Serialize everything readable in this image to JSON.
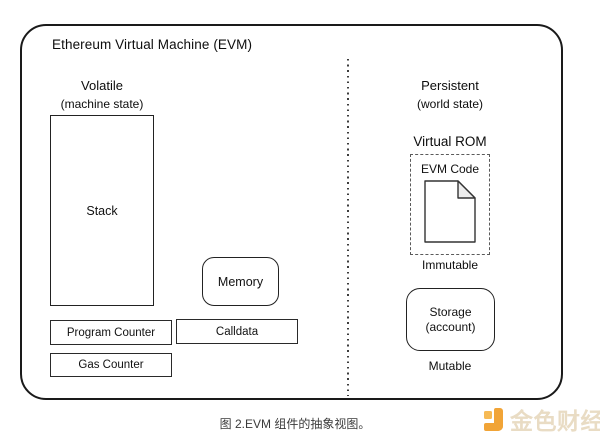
{
  "frame": {
    "title": "Ethereum Virtual Machine (EVM)"
  },
  "left_panel": {
    "heading": "Volatile",
    "subheading": "(machine state)",
    "stack": "Stack",
    "memory": "Memory",
    "program_counter": "Program Counter",
    "calldata": "Calldata",
    "gas_counter": "Gas Counter"
  },
  "right_panel": {
    "heading": "Persistent",
    "subheading": "(world state)",
    "virtual_rom": "Virtual ROM",
    "evm_code": "EVM Code",
    "evm_code_icon": "document-icon",
    "immutable": "Immutable",
    "storage_line1": "Storage",
    "storage_line2": "(account)",
    "mutable": "Mutable"
  },
  "caption": "图 2.EVM 组件的抽象视图。",
  "watermark": {
    "brand": "金色财经",
    "icon": "jinse-finance-logo-icon",
    "icon_color": "#F1A437",
    "icon_accent_color": "#F6BA55",
    "text_color": "#E9DCC4"
  },
  "colors": {
    "line": "#1A1A1A",
    "background": "#FFFFFF",
    "fold_fill": "#EDEDED"
  }
}
